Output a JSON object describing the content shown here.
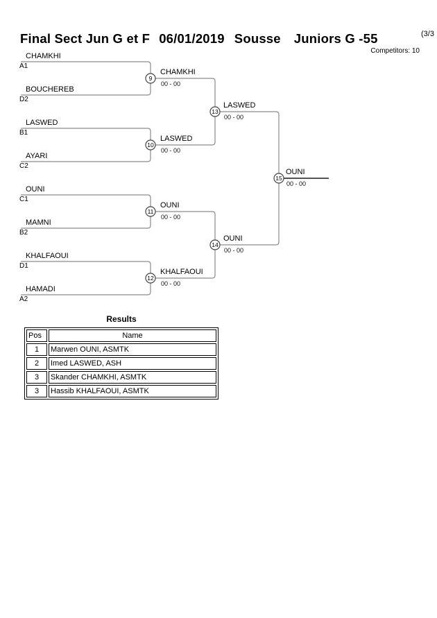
{
  "page": {
    "title_event": "Final Sect Jun G et F",
    "title_date": "06/01/2019",
    "title_city": "Sousse",
    "title_category": "Juniors G -55",
    "page_indicator": "(3/3",
    "competitors": "Competitors: 10"
  },
  "colors": {
    "bracket_line": "#8a8a8a",
    "circle_stroke": "#444444",
    "champion_line": "#1a1a1a",
    "text": "#000000"
  },
  "bracket": {
    "round1": [
      {
        "no": "9",
        "p1": "CHAMKHI",
        "seed1": "A1",
        "p2": "BOUCHEREB",
        "seed2": "D2",
        "winner": "CHAMKHI",
        "score": "00 - 00"
      },
      {
        "no": "10",
        "p1": "LASWED",
        "seed1": "B1",
        "p2": "AYARI",
        "seed2": "C2",
        "winner": "LASWED",
        "score": "00 - 00"
      },
      {
        "no": "11",
        "p1": "OUNI",
        "seed1": "C1",
        "p2": "MAMNI",
        "seed2": "B2",
        "winner": "OUNI",
        "score": "00 - 00"
      },
      {
        "no": "12",
        "p1": "KHALFAOUI",
        "seed1": "D1",
        "p2": "HAMADI",
        "seed2": "A2",
        "winner": "KHALFAOUI",
        "score": "00 - 00"
      }
    ],
    "round2": [
      {
        "no": "13",
        "winner": "LASWED",
        "score": "00 - 00"
      },
      {
        "no": "14",
        "winner": "OUNI",
        "score": "00 - 00"
      }
    ],
    "final": {
      "no": "15",
      "winner": "OUNI",
      "score": "00 - 00"
    }
  },
  "results": {
    "heading": "Results",
    "col_pos": "Pos",
    "col_name": "Name",
    "rows": [
      {
        "pos": "1",
        "name": "Marwen OUNI, ASMTK"
      },
      {
        "pos": "2",
        "name": "Imed LASWED, ASH"
      },
      {
        "pos": "3",
        "name": "Skander CHAMKHI, ASMTK"
      },
      {
        "pos": "3",
        "name": "Hassib KHALFAOUI, ASMTK"
      }
    ]
  }
}
